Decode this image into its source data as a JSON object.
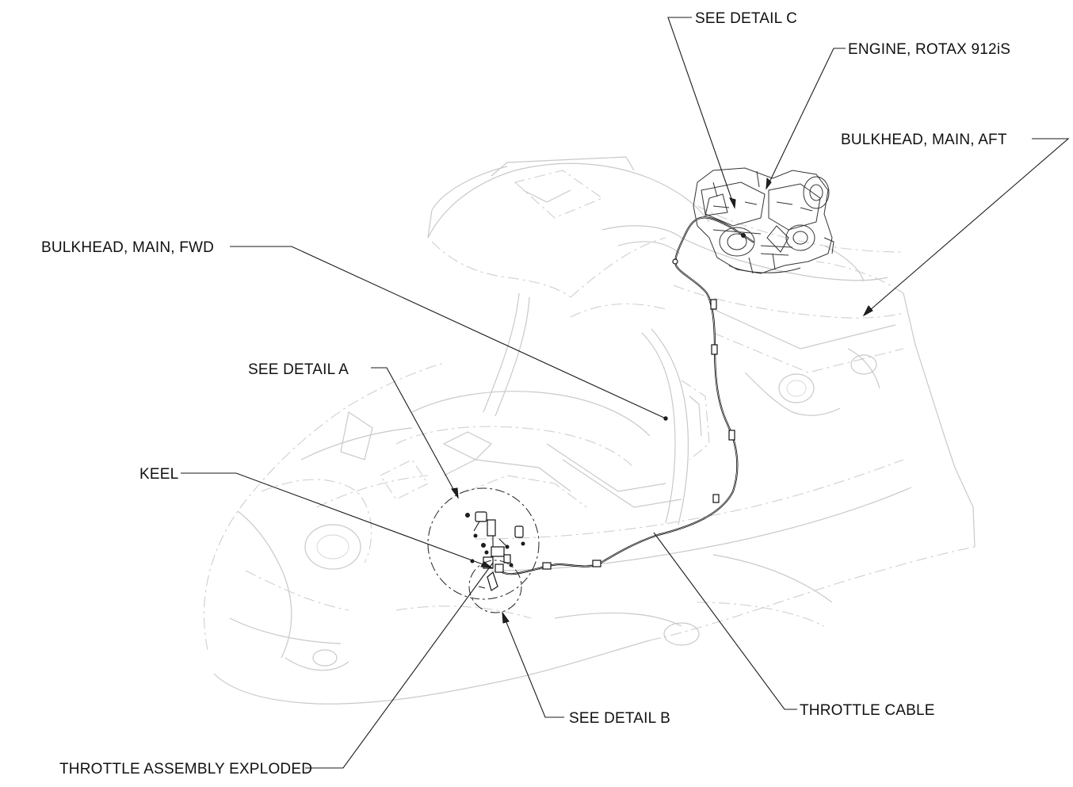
{
  "callouts": {
    "see_detail_c": "SEE DETAIL  C",
    "engine": "ENGINE, ROTAX 912iS",
    "bulkhead_main_aft": "BULKHEAD, MAIN, AFT",
    "bulkhead_main_fwd": "BULKHEAD, MAIN, FWD",
    "see_detail_a": "SEE DETAIL  A",
    "keel": "KEEL",
    "see_detail_b": "SEE DETAIL  B",
    "throttle_cable": "THROTTLE CABLE",
    "throttle_assembly_exploded": "THROTTLE ASSEMBLY EXPLODED"
  }
}
